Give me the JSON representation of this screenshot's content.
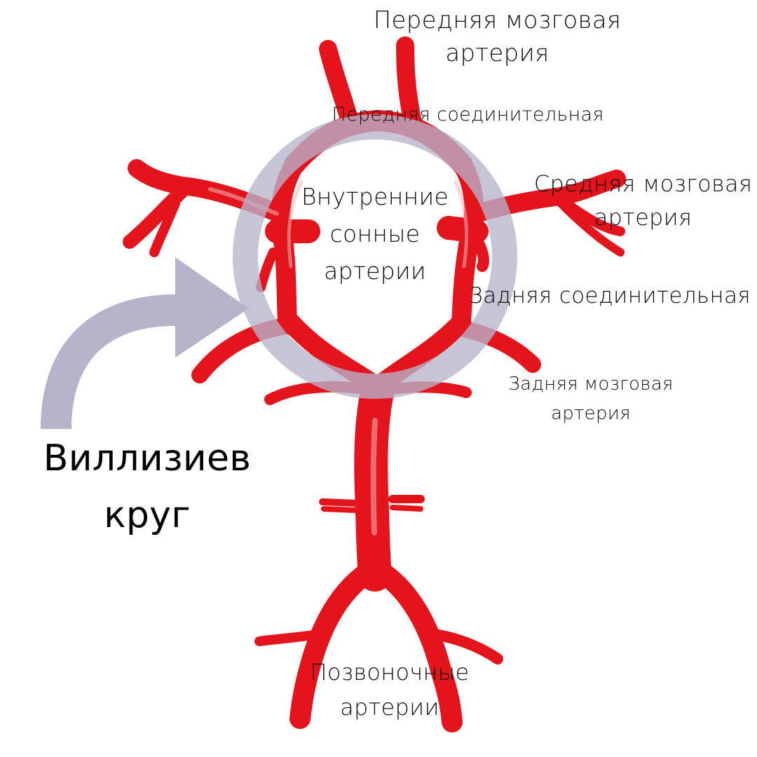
{
  "title": {
    "line1": "Виллизиев",
    "line2": "круг"
  },
  "labels": {
    "anterior_cerebral": {
      "line1": "Передняя мозговая",
      "line2": "артерия"
    },
    "anterior_communicating": {
      "line1": "Передняя соединительная"
    },
    "middle_cerebral": {
      "line1": "Средняя мозговая",
      "line2": "артерия"
    },
    "internal_carotid": {
      "line1": "Внутренние",
      "line2": "сонные",
      "line3": "артерии"
    },
    "posterior_communicating": {
      "line1": "Задняя соединительная"
    },
    "posterior_cerebral": {
      "line1": "Задняя мозговая",
      "line2": "артерия"
    },
    "vertebral": {
      "line1": "Позвоночные",
      "line2": "артерии"
    }
  },
  "colors": {
    "artery": "#e3141c",
    "artery_highlight": "#f4a3a3",
    "overlay": "#b7b3cb",
    "text": "#111111",
    "background": "#ffffff"
  }
}
